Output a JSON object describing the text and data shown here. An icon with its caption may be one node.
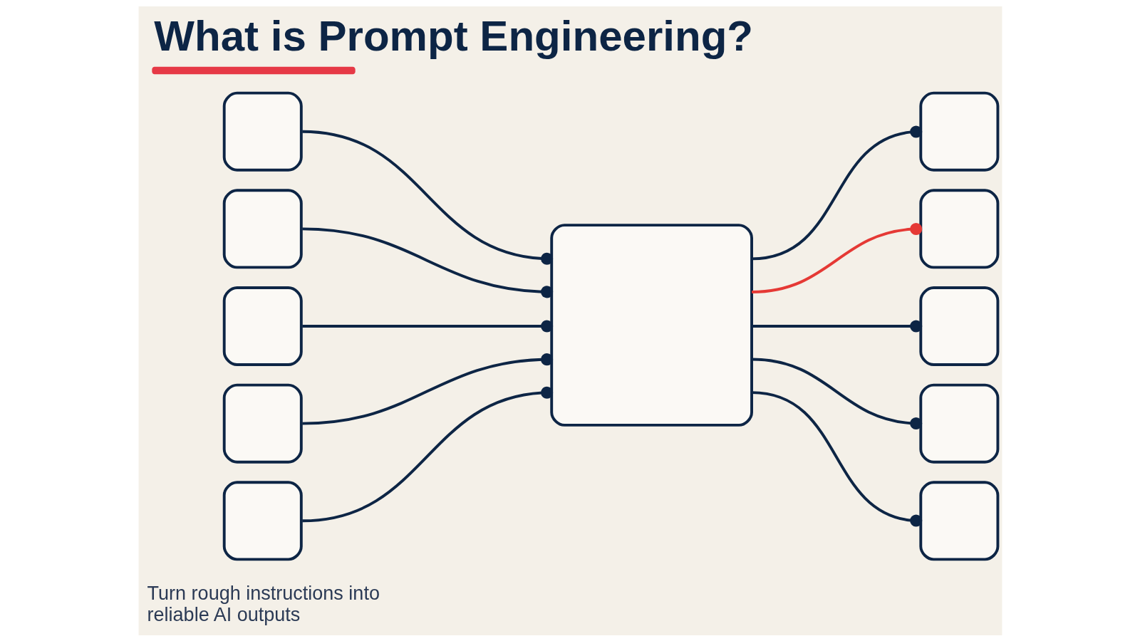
{
  "diagram": {
    "title": "What is Prompt Engineering?",
    "nodes": [
      {
        "text": [],
        "shape": "box"
      },
      {
        "text": [],
        "shape": "box"
      },
      {
        "text": [],
        "shape": "box"
      },
      {
        "text": [],
        "shape": "box"
      },
      {
        "text": [],
        "shape": "box"
      },
      {
        "text": [],
        "shape": "box"
      },
      {
        "text": [],
        "shape": "box"
      },
      {
        "text": [],
        "shape": "box"
      },
      {
        "text": [],
        "shape": "box"
      },
      {
        "text": [],
        "shape": "box"
      },
      {
        "text": [],
        "shape": "box"
      }
    ],
    "edges": [
      {
        "from": 0,
        "to": 5,
        "arrow": "other"
      },
      {
        "from": 1,
        "to": 5,
        "arrow": "other"
      },
      {
        "from": 2,
        "to": 5,
        "arrow": "other"
      },
      {
        "from": 3,
        "to": 5,
        "arrow": "other"
      },
      {
        "from": 4,
        "to": 5,
        "arrow": "other"
      },
      {
        "from": 5,
        "to": 6,
        "arrow": "other"
      },
      {
        "from": 5,
        "to": 7,
        "arrow": "other",
        "color": "#e53935"
      },
      {
        "from": 5,
        "to": 8,
        "arrow": "other"
      },
      {
        "from": 5,
        "to": 9,
        "arrow": "other"
      },
      {
        "from": 5,
        "to": 10,
        "arrow": "other"
      }
    ],
    "labels": [
      "Turn rough instructions into reliable AI outputs"
    ]
  }
}
